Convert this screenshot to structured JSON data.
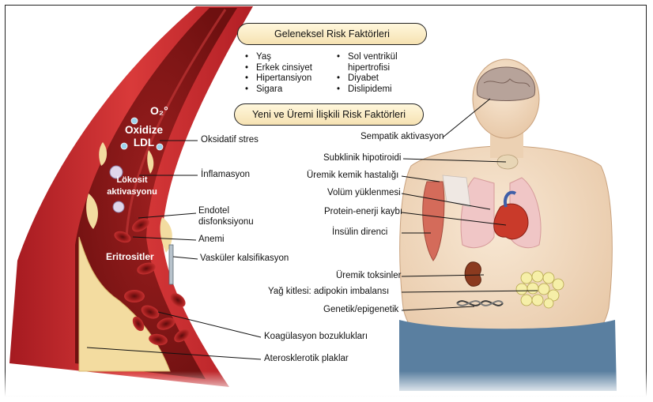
{
  "traditional": {
    "title": "Geleneksel Risk Faktörleri",
    "left_items": [
      "Yaş",
      "Erkek cinsiyet",
      "Hipertansiyon",
      "Sigara"
    ],
    "right_items": [
      "Sol ventrikül hipertrofisi",
      "Diyabet",
      "Dislipidemi"
    ]
  },
  "uremic": {
    "title": "Yeni ve Üremi İlişkili Risk Faktörleri"
  },
  "vessel_labels": {
    "o2": "O₂°",
    "o2_sup": "•",
    "oxidize_ldl": "Oxidize LDL",
    "leukocyte": "Lökosit aktivasyonu",
    "erythrocytes": "Eritrositler"
  },
  "vessel_callouts": [
    "Oksidatif stres",
    "İnflamasyon",
    "Endotel disfonksiyonu",
    "Anemi",
    "Vasküler kalsifikasyon",
    "Koagülasyon bozuklukları",
    "Aterosklerotik plaklar"
  ],
  "body_callouts": [
    "Sempatik aktivasyon",
    "Subklinik hipotiroidi",
    "Üremik kemik hastalığı",
    "Volüm yüklenmesi",
    "Protein-enerji kaybı",
    "İnsülin direnci",
    "Üremik toksinler",
    "Yağ kitlesi: adipokin imbalansı",
    "Genetik/epigenetik"
  ],
  "colors": {
    "vessel_wall": "#c8242b",
    "blood": "#8e1818",
    "plaque": "#f3dca0",
    "skin": "#f1dcc2",
    "pants": "#5a7fa0",
    "pill_fill": "#f8e6b8"
  }
}
